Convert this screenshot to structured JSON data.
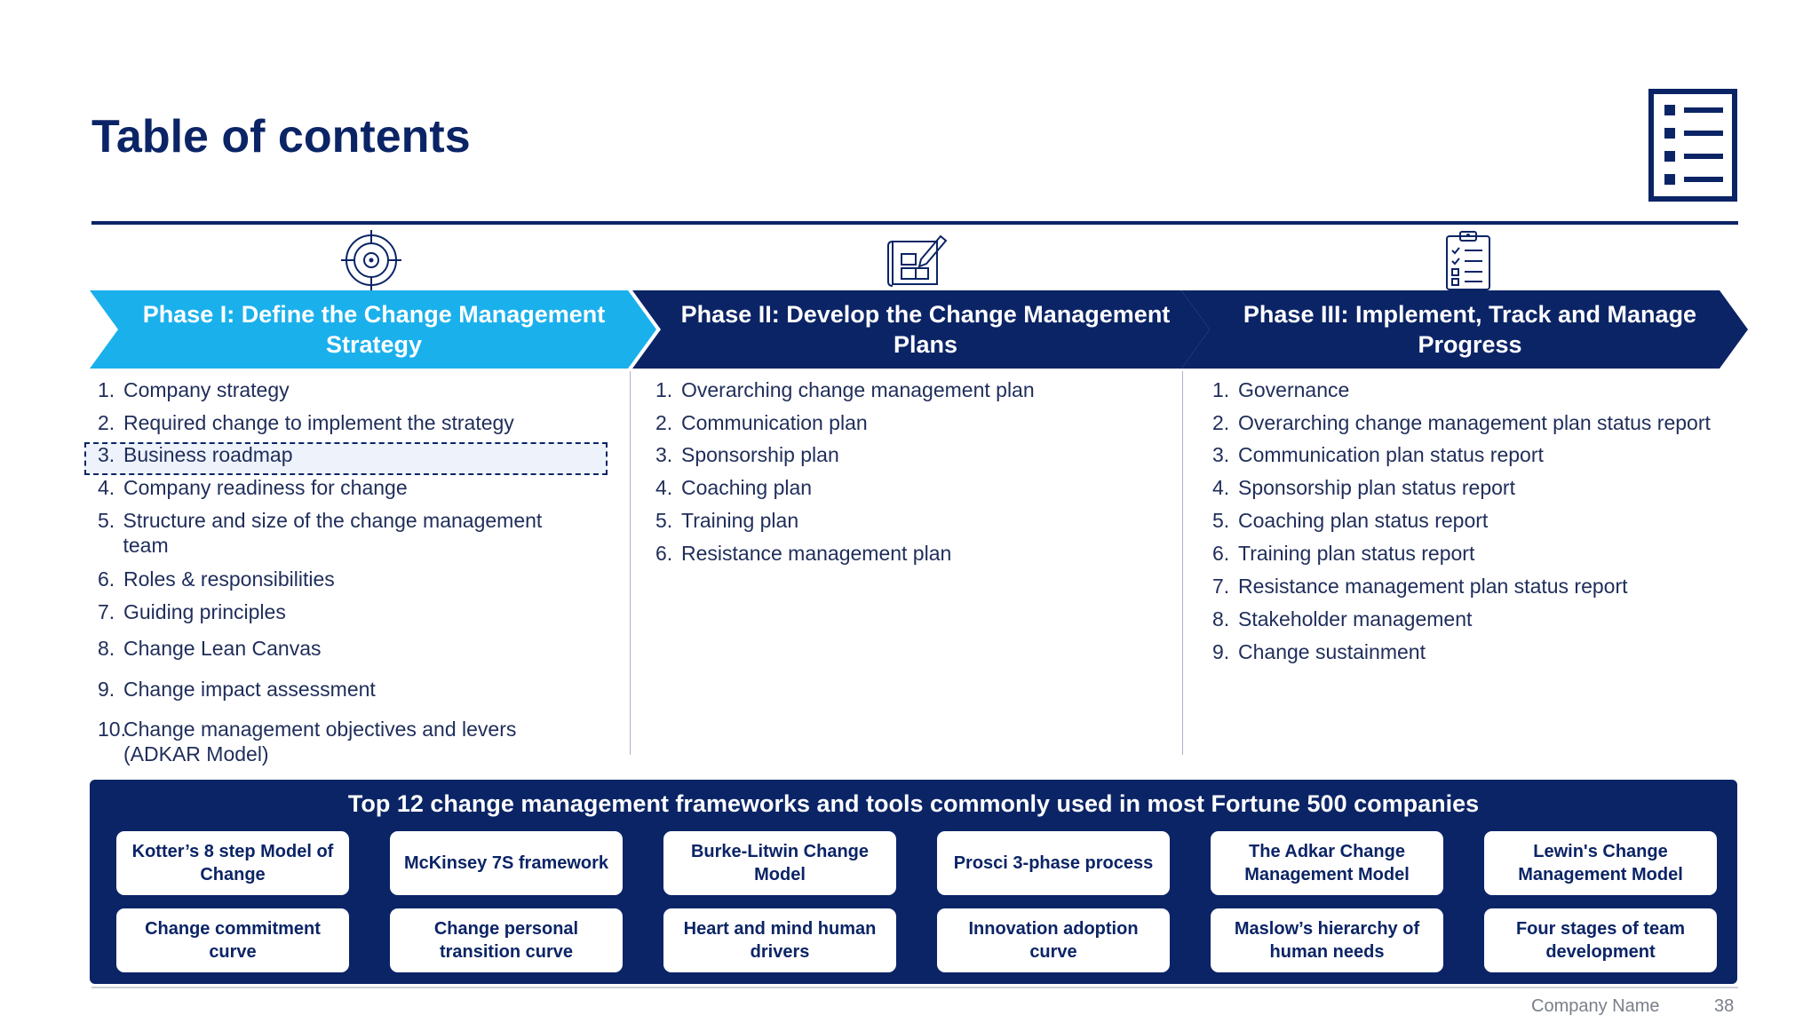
{
  "title": "Table of contents",
  "colors": {
    "navy": "#0b2466",
    "accent": "#1ab0ec",
    "white": "#ffffff"
  },
  "icons": {
    "toc": "list-document-icon",
    "phase1": "target-icon",
    "phase2": "blueprint-icon",
    "phase3": "clipboard-checklist-icon"
  },
  "phases": [
    {
      "label": "Phase I: Define the Change Management Strategy",
      "items": [
        {
          "num": "1.",
          "text": "Company strategy"
        },
        {
          "num": "2.",
          "text": "Required change to implement the strategy"
        },
        {
          "num": "3.",
          "text": "Business roadmap"
        },
        {
          "num": "4.",
          "text": "Company readiness for change"
        },
        {
          "num": "5.",
          "text": "Structure and size of the change management team"
        },
        {
          "num": "6.",
          "text": "Roles & responsibilities"
        },
        {
          "num": "7.",
          "text": "Guiding principles"
        },
        {
          "num": "8.",
          "text": "Change Lean Canvas"
        },
        {
          "num": "9.",
          "text": "Change impact assessment"
        },
        {
          "num": "10.",
          "text": "Change management objectives and levers (ADKAR Model)"
        }
      ]
    },
    {
      "label": "Phase II: Develop the Change Management Plans",
      "items": [
        {
          "num": "1.",
          "text": "Overarching change management plan"
        },
        {
          "num": "2.",
          "text": "Communication plan"
        },
        {
          "num": "3.",
          "text": "Sponsorship plan"
        },
        {
          "num": "4.",
          "text": "Coaching plan"
        },
        {
          "num": "5.",
          "text": "Training plan"
        },
        {
          "num": "6.",
          "text": "Resistance management plan"
        }
      ]
    },
    {
      "label": "Phase III: Implement, Track and Manage Progress",
      "items": [
        {
          "num": "1.",
          "text": "Governance"
        },
        {
          "num": "2.",
          "text": "Overarching change management plan status report"
        },
        {
          "num": "3.",
          "text": "Communication plan status report"
        },
        {
          "num": "4.",
          "text": "Sponsorship plan status report"
        },
        {
          "num": "5.",
          "text": "Coaching plan status report"
        },
        {
          "num": "6.",
          "text": "Training plan status report"
        },
        {
          "num": "7.",
          "text": "Resistance management plan status report"
        },
        {
          "num": "8.",
          "text": "Stakeholder management"
        },
        {
          "num": "9.",
          "text": "Change sustainment"
        }
      ]
    }
  ],
  "frameworks": {
    "title": "Top 12 change management frameworks and tools commonly used in most Fortune 500 companies",
    "items": [
      "Kotter’s 8 step Model of Change",
      "McKinsey 7S framework",
      "Burke-Litwin Change Model",
      "Prosci 3-phase process",
      "The Adkar Change Management Model",
      "Lewin's Change Management Model",
      "Change commitment curve",
      "Change personal transition curve",
      "Heart and mind human drivers",
      "Innovation adoption curve",
      "Maslow’s hierarchy of human needs",
      "Four stages of team development"
    ]
  },
  "footer": {
    "company": "Company Name",
    "page": "38"
  }
}
